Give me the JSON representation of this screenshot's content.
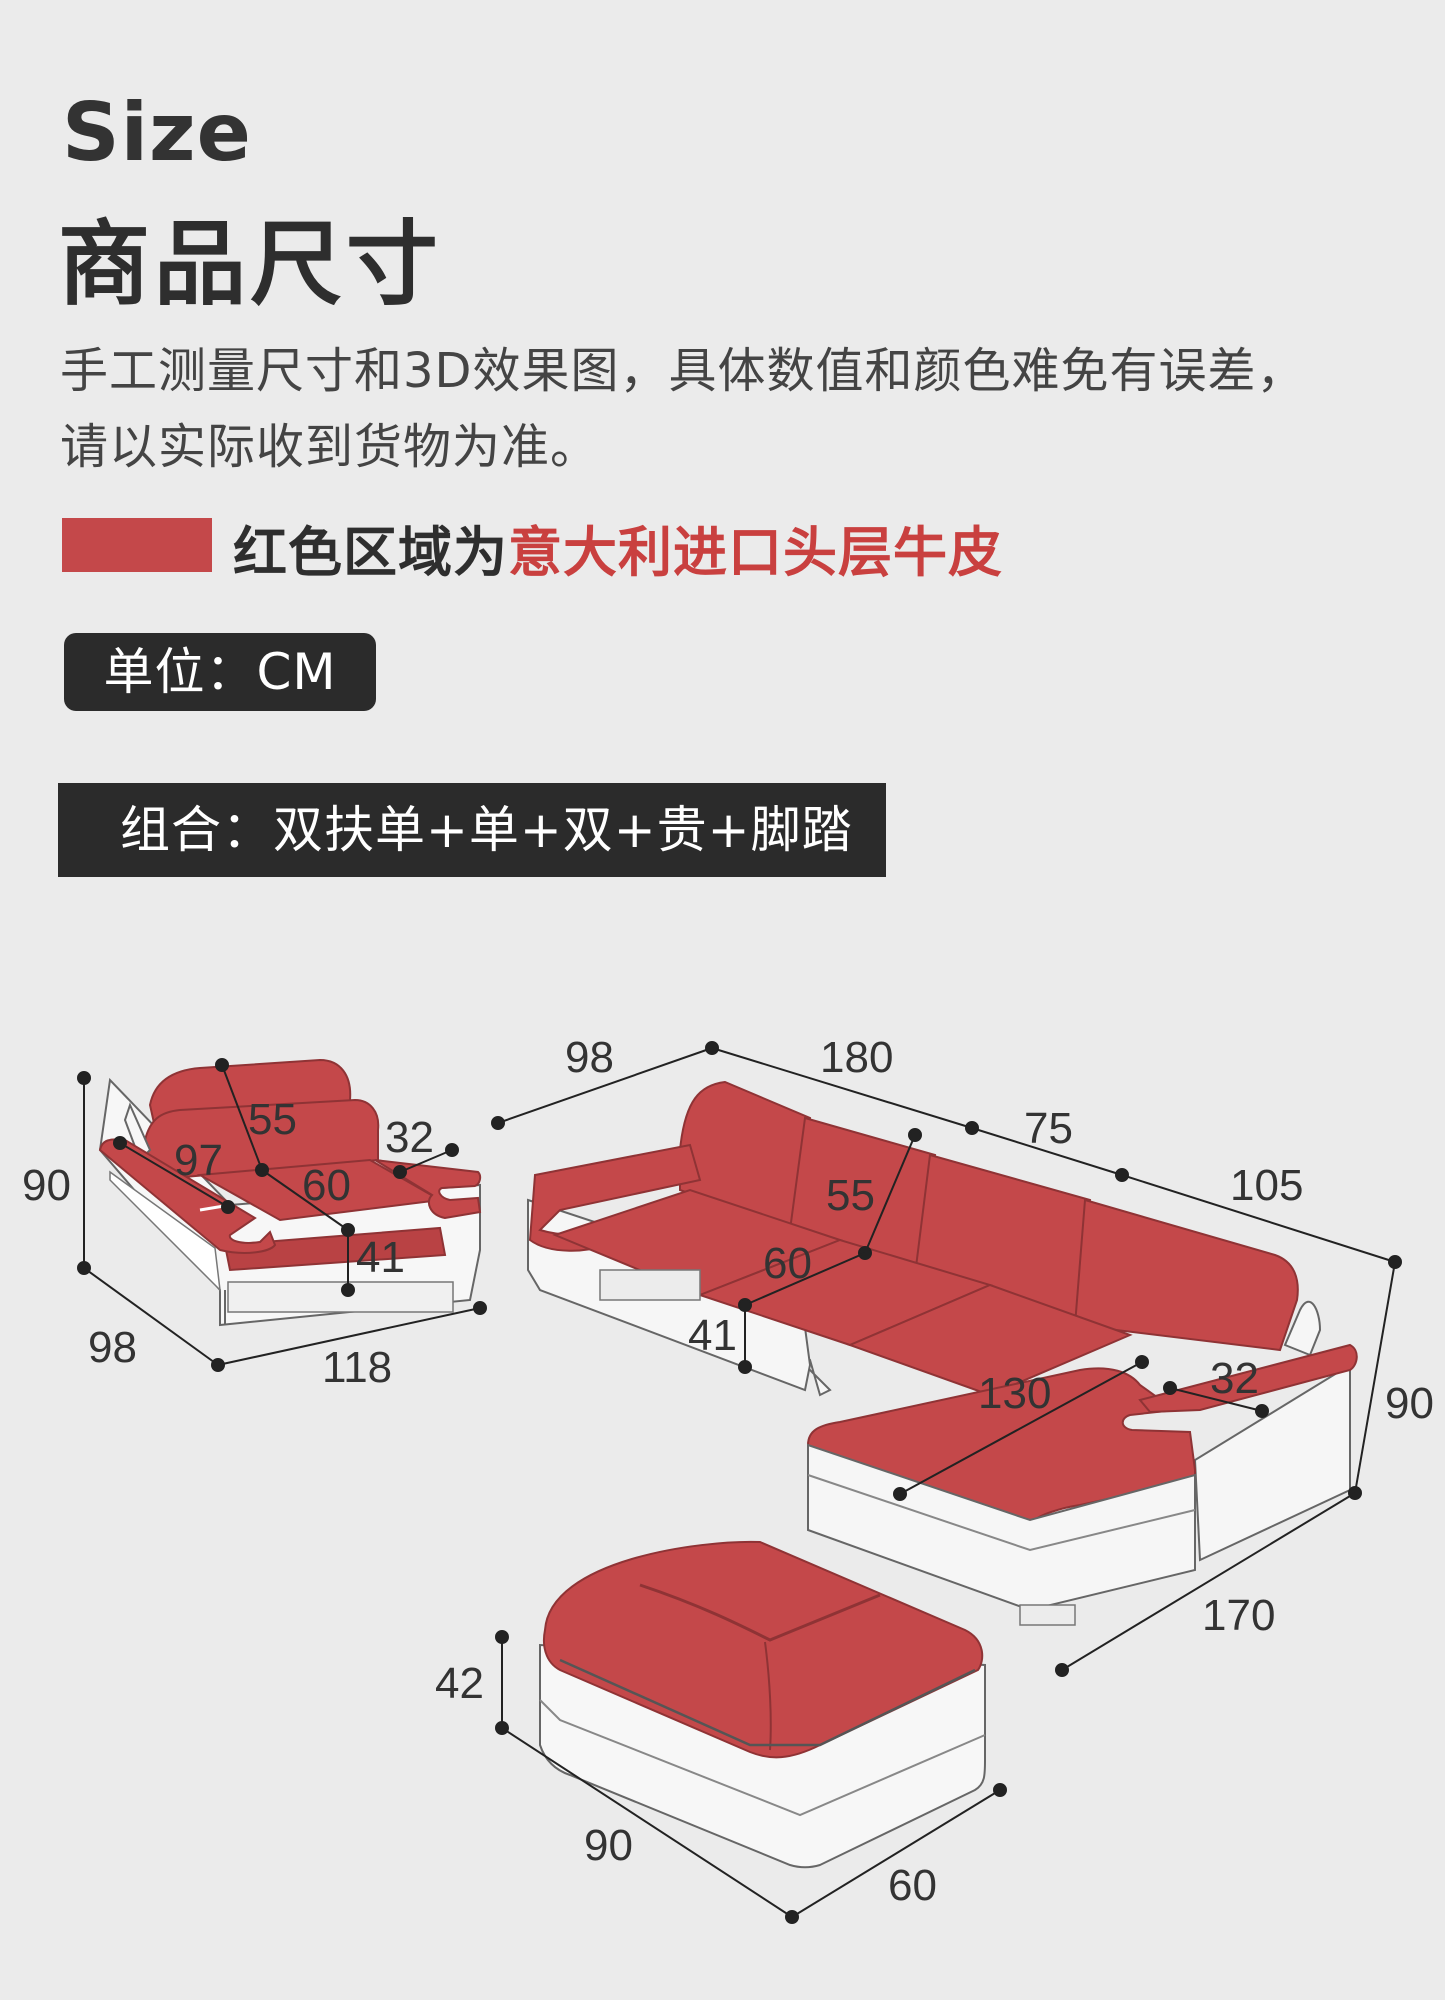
{
  "header": {
    "title_en": "Size",
    "title_cn": "商品尺寸"
  },
  "description": {
    "line1": "手工测量尺寸和3D效果图，具体数值和颜色难免有误差，",
    "line2": "请以实际收到货物为准。"
  },
  "legend": {
    "swatch_color": "#c4484a",
    "text_prefix": "红色区域为",
    "text_highlight": "意大利进口头层牛皮",
    "highlight_color": "#c9403f"
  },
  "unit_badge": "单位：CM",
  "combination": "组合：双扶单+单+双+贵+脚踏",
  "colors": {
    "leather": "#c4484a",
    "leather_dark": "#a23a3c",
    "base": "#f6f6f6",
    "outline": "#555555"
  },
  "dimensions": {
    "chair": {
      "height": "90",
      "back_height": "55",
      "seat_width": "97",
      "seat_depth": "60",
      "arm_width": "32",
      "seat_height": "41",
      "depth": "98",
      "width": "118"
    },
    "sofa": {
      "left_depth": "98",
      "top_width": "180",
      "middle_width": "75",
      "right_width": "105",
      "back_height": "55",
      "seat_depth": "60",
      "seat_height": "41",
      "chaise_length": "130",
      "arm_width": "32",
      "height": "90",
      "chaise_depth": "170"
    },
    "ottoman": {
      "height": "42",
      "length": "90",
      "width": "60"
    }
  }
}
